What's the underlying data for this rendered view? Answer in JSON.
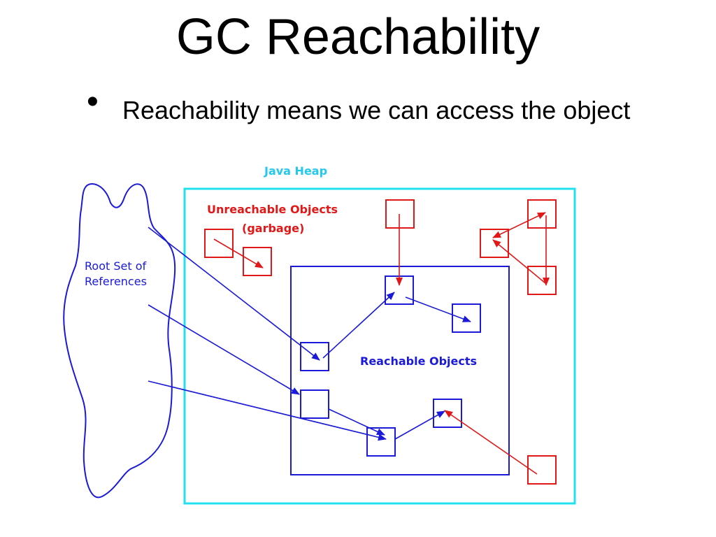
{
  "slide": {
    "title": "GC Reachability",
    "bullets": [
      "Reachability means we can access the object"
    ]
  },
  "diagram": {
    "heap_label": "Java Heap",
    "root_label_lines": [
      "Root Set of",
      "References"
    ],
    "unreachable_label_lines": [
      "Unreachable Objects",
      "(garbage)"
    ],
    "reachable_label": "Reachable Objects",
    "colors": {
      "heap_border": "#22e0ee",
      "heap_label": "#22c8ee",
      "reachable": "#1a1ad8",
      "unreachable": "#e01818",
      "root": "#1a1ad8"
    }
  }
}
